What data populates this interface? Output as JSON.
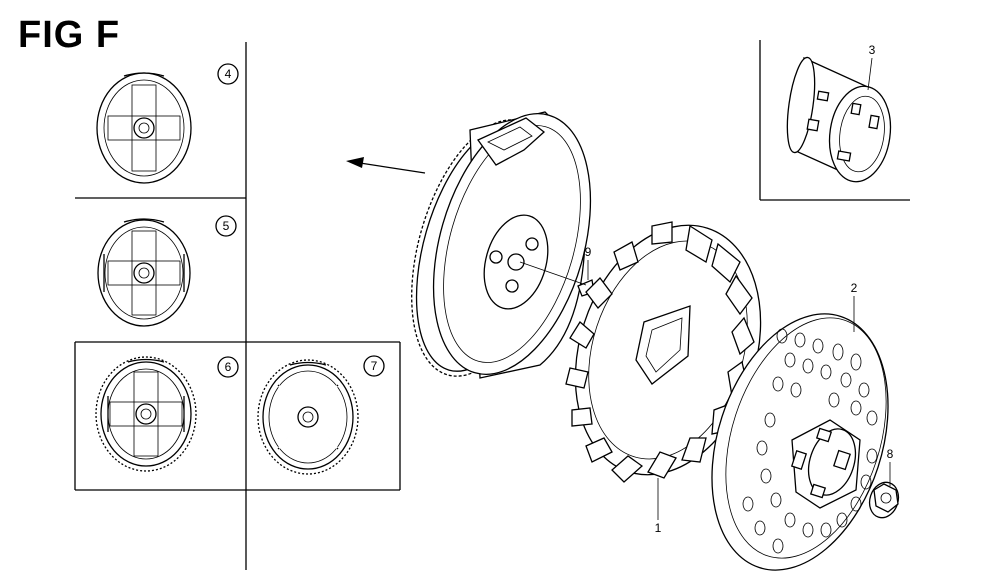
{
  "figure": {
    "title": "FIG F"
  },
  "callouts": {
    "p1": "1",
    "p2": "2",
    "p3": "3",
    "p4": "4",
    "p5": "5",
    "p6": "6",
    "p7": "7",
    "p8": "8",
    "p9": "9"
  },
  "icons": [
    "flywheel",
    "cooling-fan",
    "fan-cover",
    "starter-pulley",
    "flange-nut",
    "woodruff-key",
    "direction-arrow"
  ]
}
